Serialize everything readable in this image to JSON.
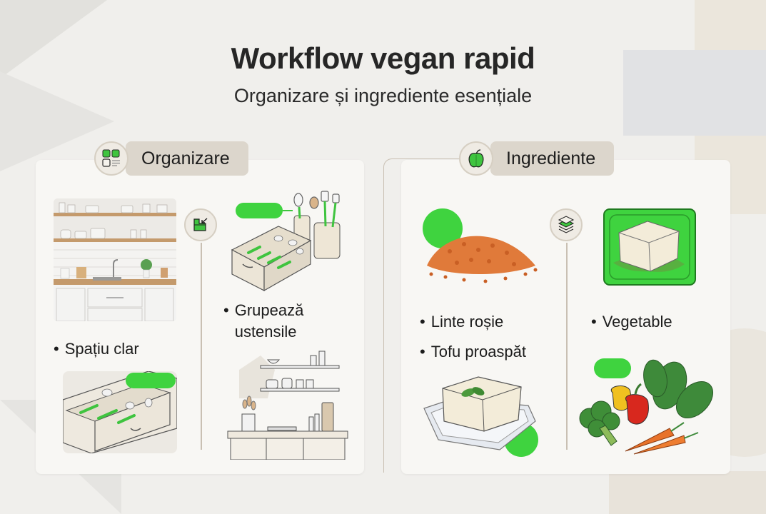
{
  "header": {
    "title": "Workflow vegan rapid",
    "subtitle": "Organizare și ingrediente esențiale"
  },
  "sections": [
    {
      "label": "Organizare",
      "icon": "grid-list-icon",
      "sub_icon": "organize-icon",
      "items": [
        {
          "text": "Spațiu clar",
          "illustration": "kitchen-shelves-photo"
        },
        {
          "text": "Grupează ustensile",
          "illustration": "utensil-drawer"
        }
      ],
      "extra_illustrations": [
        "open-drawer",
        "kitchen-counter-shelves"
      ]
    },
    {
      "label": "Ingrediente",
      "icon": "bell-pepper-icon",
      "sub_icon": "layers-icon",
      "items": [
        {
          "text": "Linte roșie",
          "illustration": "red-lentils"
        },
        {
          "text": "Tofu proaspăt",
          "illustration": "tofu-container"
        },
        {
          "text": "Vegetable",
          "illustration": "vegetables-bunch"
        }
      ],
      "extra_illustrations": [
        "tofu-block-green-tile"
      ]
    }
  ],
  "colors": {
    "accent_green": "#3fd33f",
    "label_bg": "#dcd6cc",
    "panel_bg": "#f8f7f4",
    "background": "#f0efec",
    "line": "#c9c0b3"
  }
}
